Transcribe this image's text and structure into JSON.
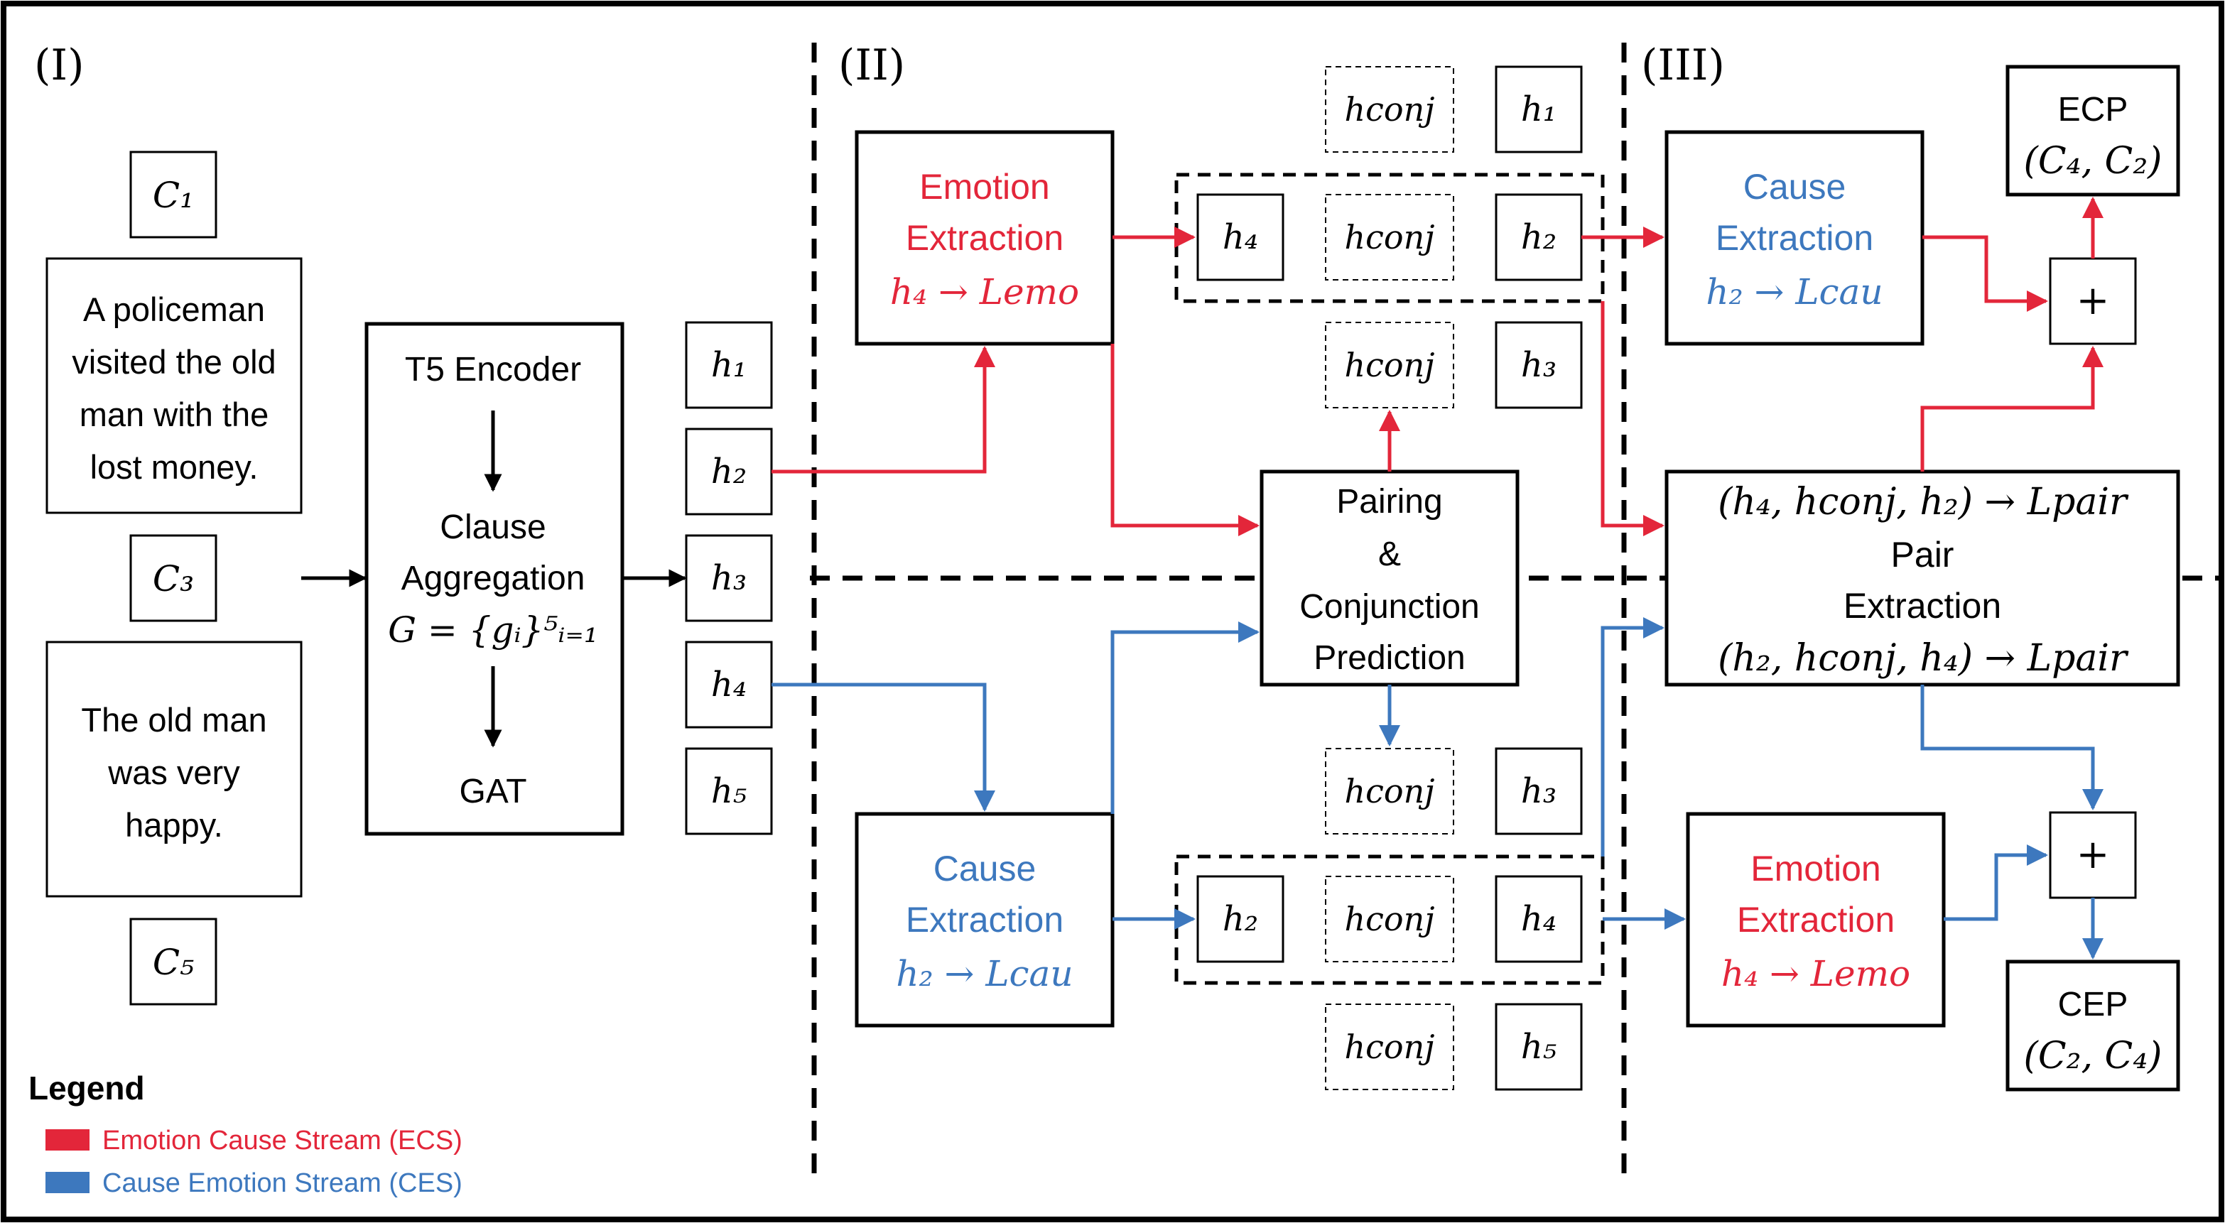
{
  "colors": {
    "ecs": "#e3263a",
    "ces": "#3d78be",
    "black": "#000000"
  },
  "sections": {
    "one": "(I)",
    "two": "(II)",
    "three": "(III)"
  },
  "inputs": {
    "c1": "C₁",
    "c3": "C₃",
    "c5": "C₅",
    "clause_a_lines": [
      "A policeman",
      "visited the old",
      "man with the",
      "lost money."
    ],
    "clause_b_lines": [
      "The old man",
      "was very",
      "happy."
    ]
  },
  "encoder": {
    "t5": "T5 Encoder",
    "agg_line1": "Clause",
    "agg_line2": "Aggregation",
    "formula": "G = {gᵢ}⁵ᵢ₌₁",
    "gat": "GAT"
  },
  "hidden": {
    "h1": "h₁",
    "h2": "h₂",
    "h3": "h₃",
    "h4": "h₄",
    "h5": "h₅",
    "hconj": "hconj"
  },
  "ecs_emotion": {
    "line1": "Emotion",
    "line2": "Extraction",
    "formula": "h₄ → Lemo"
  },
  "ces_cause": {
    "line1": "Cause",
    "line2": "Extraction",
    "formula": "h₂ → Lcau"
  },
  "pairing": {
    "line1": "Pairing",
    "line2": "&",
    "line3": "Conjunction",
    "line4": "Prediction"
  },
  "stage3_cause": {
    "line1": "Cause",
    "line2": "Extraction",
    "formula": "h₂ → Lcau"
  },
  "stage3_emotion": {
    "line1": "Emotion",
    "line2": "Extraction",
    "formula": "h₄ → Lemo"
  },
  "pair_extraction": {
    "formula_top": "(h₄, hconj, h₂) → Lpair",
    "line1": "Pair",
    "line2": "Extraction",
    "formula_bottom": "(h₂, hconj, h₄) → Lpair"
  },
  "plus": "+",
  "ecp": {
    "label": "ECP",
    "pair": "(C₄, C₂)"
  },
  "cep": {
    "label": "CEP",
    "pair": "(C₂, C₄)"
  },
  "legend": {
    "title": "Legend",
    "ecs": "Emotion Cause Stream (ECS)",
    "ces": "Cause Emotion Stream (CES)"
  }
}
